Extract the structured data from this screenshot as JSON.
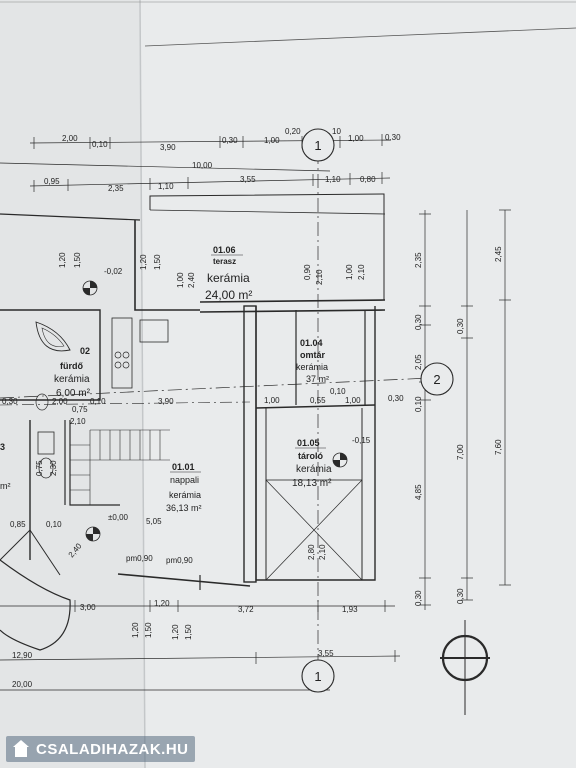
{
  "colors": {
    "paper": "#eceeef",
    "ink": "#2a2a2a",
    "watermark_bg": "#5a6e82"
  },
  "grid_labels": {
    "axis_top": "1",
    "axis_bottom": "1",
    "axis_right": "2"
  },
  "rooms": {
    "terasz": {
      "code": "01.06",
      "name": "terasz",
      "material": "kerámia",
      "area": "24,00 m²"
    },
    "furdo": {
      "code": "02",
      "name": "fürdő",
      "material": "kerámia",
      "area": "6,00 m²"
    },
    "kamra": {
      "code": "01.04",
      "name": "omtár",
      "material": "kerámia",
      "area": "37 m²"
    },
    "taroló": {
      "code": "01.05",
      "name": "tároló",
      "material": "kerámia",
      "area": "18,13 m²"
    },
    "nappali": {
      "code": "01.01",
      "name": "nappali",
      "material": "kerámia",
      "area": "36,13 m²"
    },
    "left_room": {
      "code": "3",
      "area": "m²"
    }
  },
  "levels": {
    "terasz": "-0,02",
    "taroló": "-0,15",
    "nappali": "±0,00"
  },
  "dims_top": {
    "row1": [
      "2,00",
      "0,10",
      "3,90",
      "0,30",
      "1,00",
      "0,20",
      "10",
      "1,00",
      "0,30"
    ],
    "row2": [
      "10,00"
    ],
    "row3": [
      "0,95",
      "2,35",
      "1,10",
      "3,55",
      "1,10",
      "0,80"
    ]
  },
  "dims_right": [
    "2,35",
    "2,45",
    "0,30",
    "0,30",
    "2,05",
    "0,10",
    "7,00",
    "7,60",
    "4,85",
    "0,30",
    "0,30"
  ],
  "dims_interior": {
    "w1": "1,20",
    "w2": "1,50",
    "w3": "1,00",
    "w4": "2,40",
    "w5": "0,90",
    "w6": "2,10",
    "w7": "1,00",
    "w8": "2,10",
    "w9": "0,30",
    "w10": "2,00",
    "w11": "0,10",
    "w12": "3,90",
    "w13": "1,00",
    "w14": "0,55",
    "w15": "1,00",
    "w16": "0,30",
    "w17": "0,75",
    "w18": "2,10",
    "w19": "0,75",
    "w20": "2,30",
    "w21": "0,85",
    "w22": "0,10",
    "w23": "5,05",
    "w24": "2,40",
    "w25": "2,80",
    "w26": "2,10",
    "w27": "0,10",
    "w28": "1,20",
    "w29": "1,20",
    "w30": "0,30",
    "w31": "0,10"
  },
  "dims_bottom": {
    "row1": [
      "3,00",
      "1,20",
      "3,72",
      "1,93"
    ],
    "row2": [
      "12,90",
      "3,55"
    ],
    "row3": [
      "20,00"
    ],
    "sill1": "pm0,90",
    "sill2": "pm0,90",
    "v1": "1,20",
    "v2": "1,50",
    "v3": "1,20",
    "v4": "1,50"
  },
  "watermark": {
    "text": "CSALADIHAZAK.HU"
  }
}
